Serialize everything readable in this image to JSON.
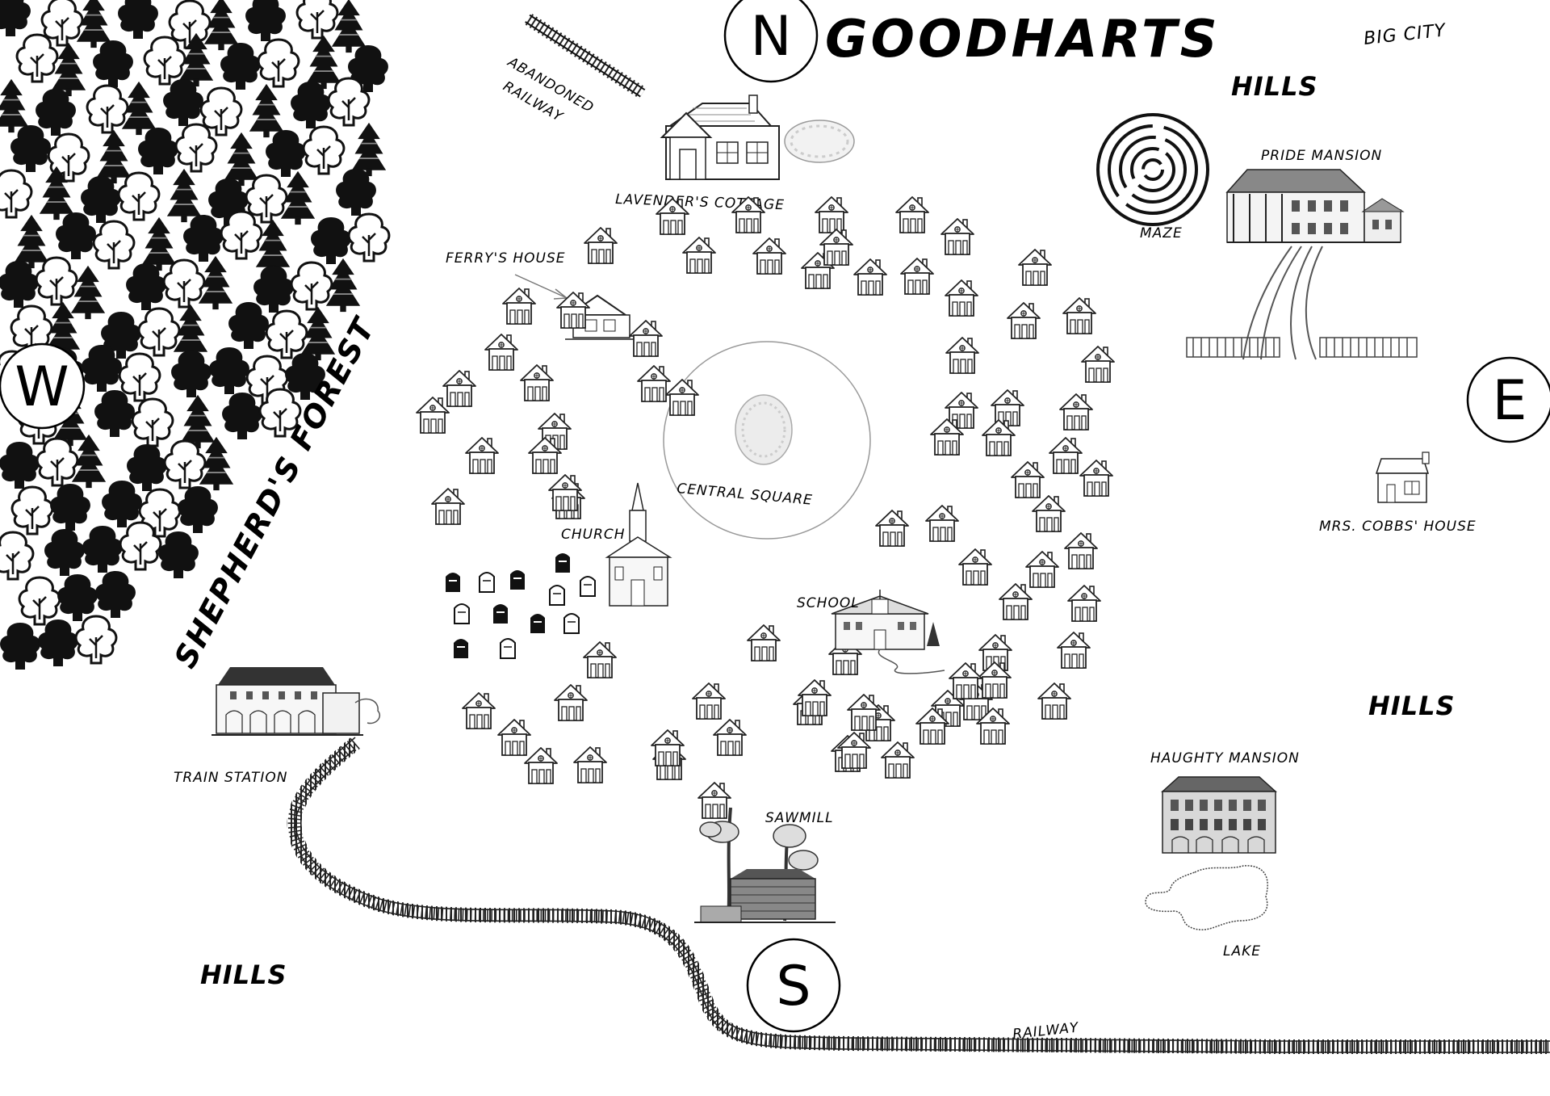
{
  "title": "GOODHARTS",
  "compass": {
    "north": "N",
    "south": "S",
    "east": "E",
    "west": "W"
  },
  "labels": {
    "big_city": "BIG CITY",
    "hills_north": "HILLS",
    "hills_east": "HILLS",
    "hills_southwest": "HILLS",
    "abandoned_railway_line1": "ABANDONED",
    "abandoned_railway_line2": "RAILWAY",
    "lavenders_cottage": "LAVENDER'S COTTAGE",
    "ferrys_house": "FERRY'S HOUSE",
    "pride_mansion": "PRIDE MANSION",
    "maze": "MAZE",
    "central_square": "CENTRAL SQUARE",
    "church": "CHURCH",
    "school": "SCHOOL",
    "mrs_cobbs_house": "MRS. COBBS' HOUSE",
    "shepherds_forest": "SHEPHERD'S FOREST",
    "train_station": "TRAIN STATION",
    "sawmill": "SAWMILL",
    "haughty_mansion": "HAUGHTY MANSION",
    "lake": "LAKE",
    "railway": "RAILWAY"
  }
}
